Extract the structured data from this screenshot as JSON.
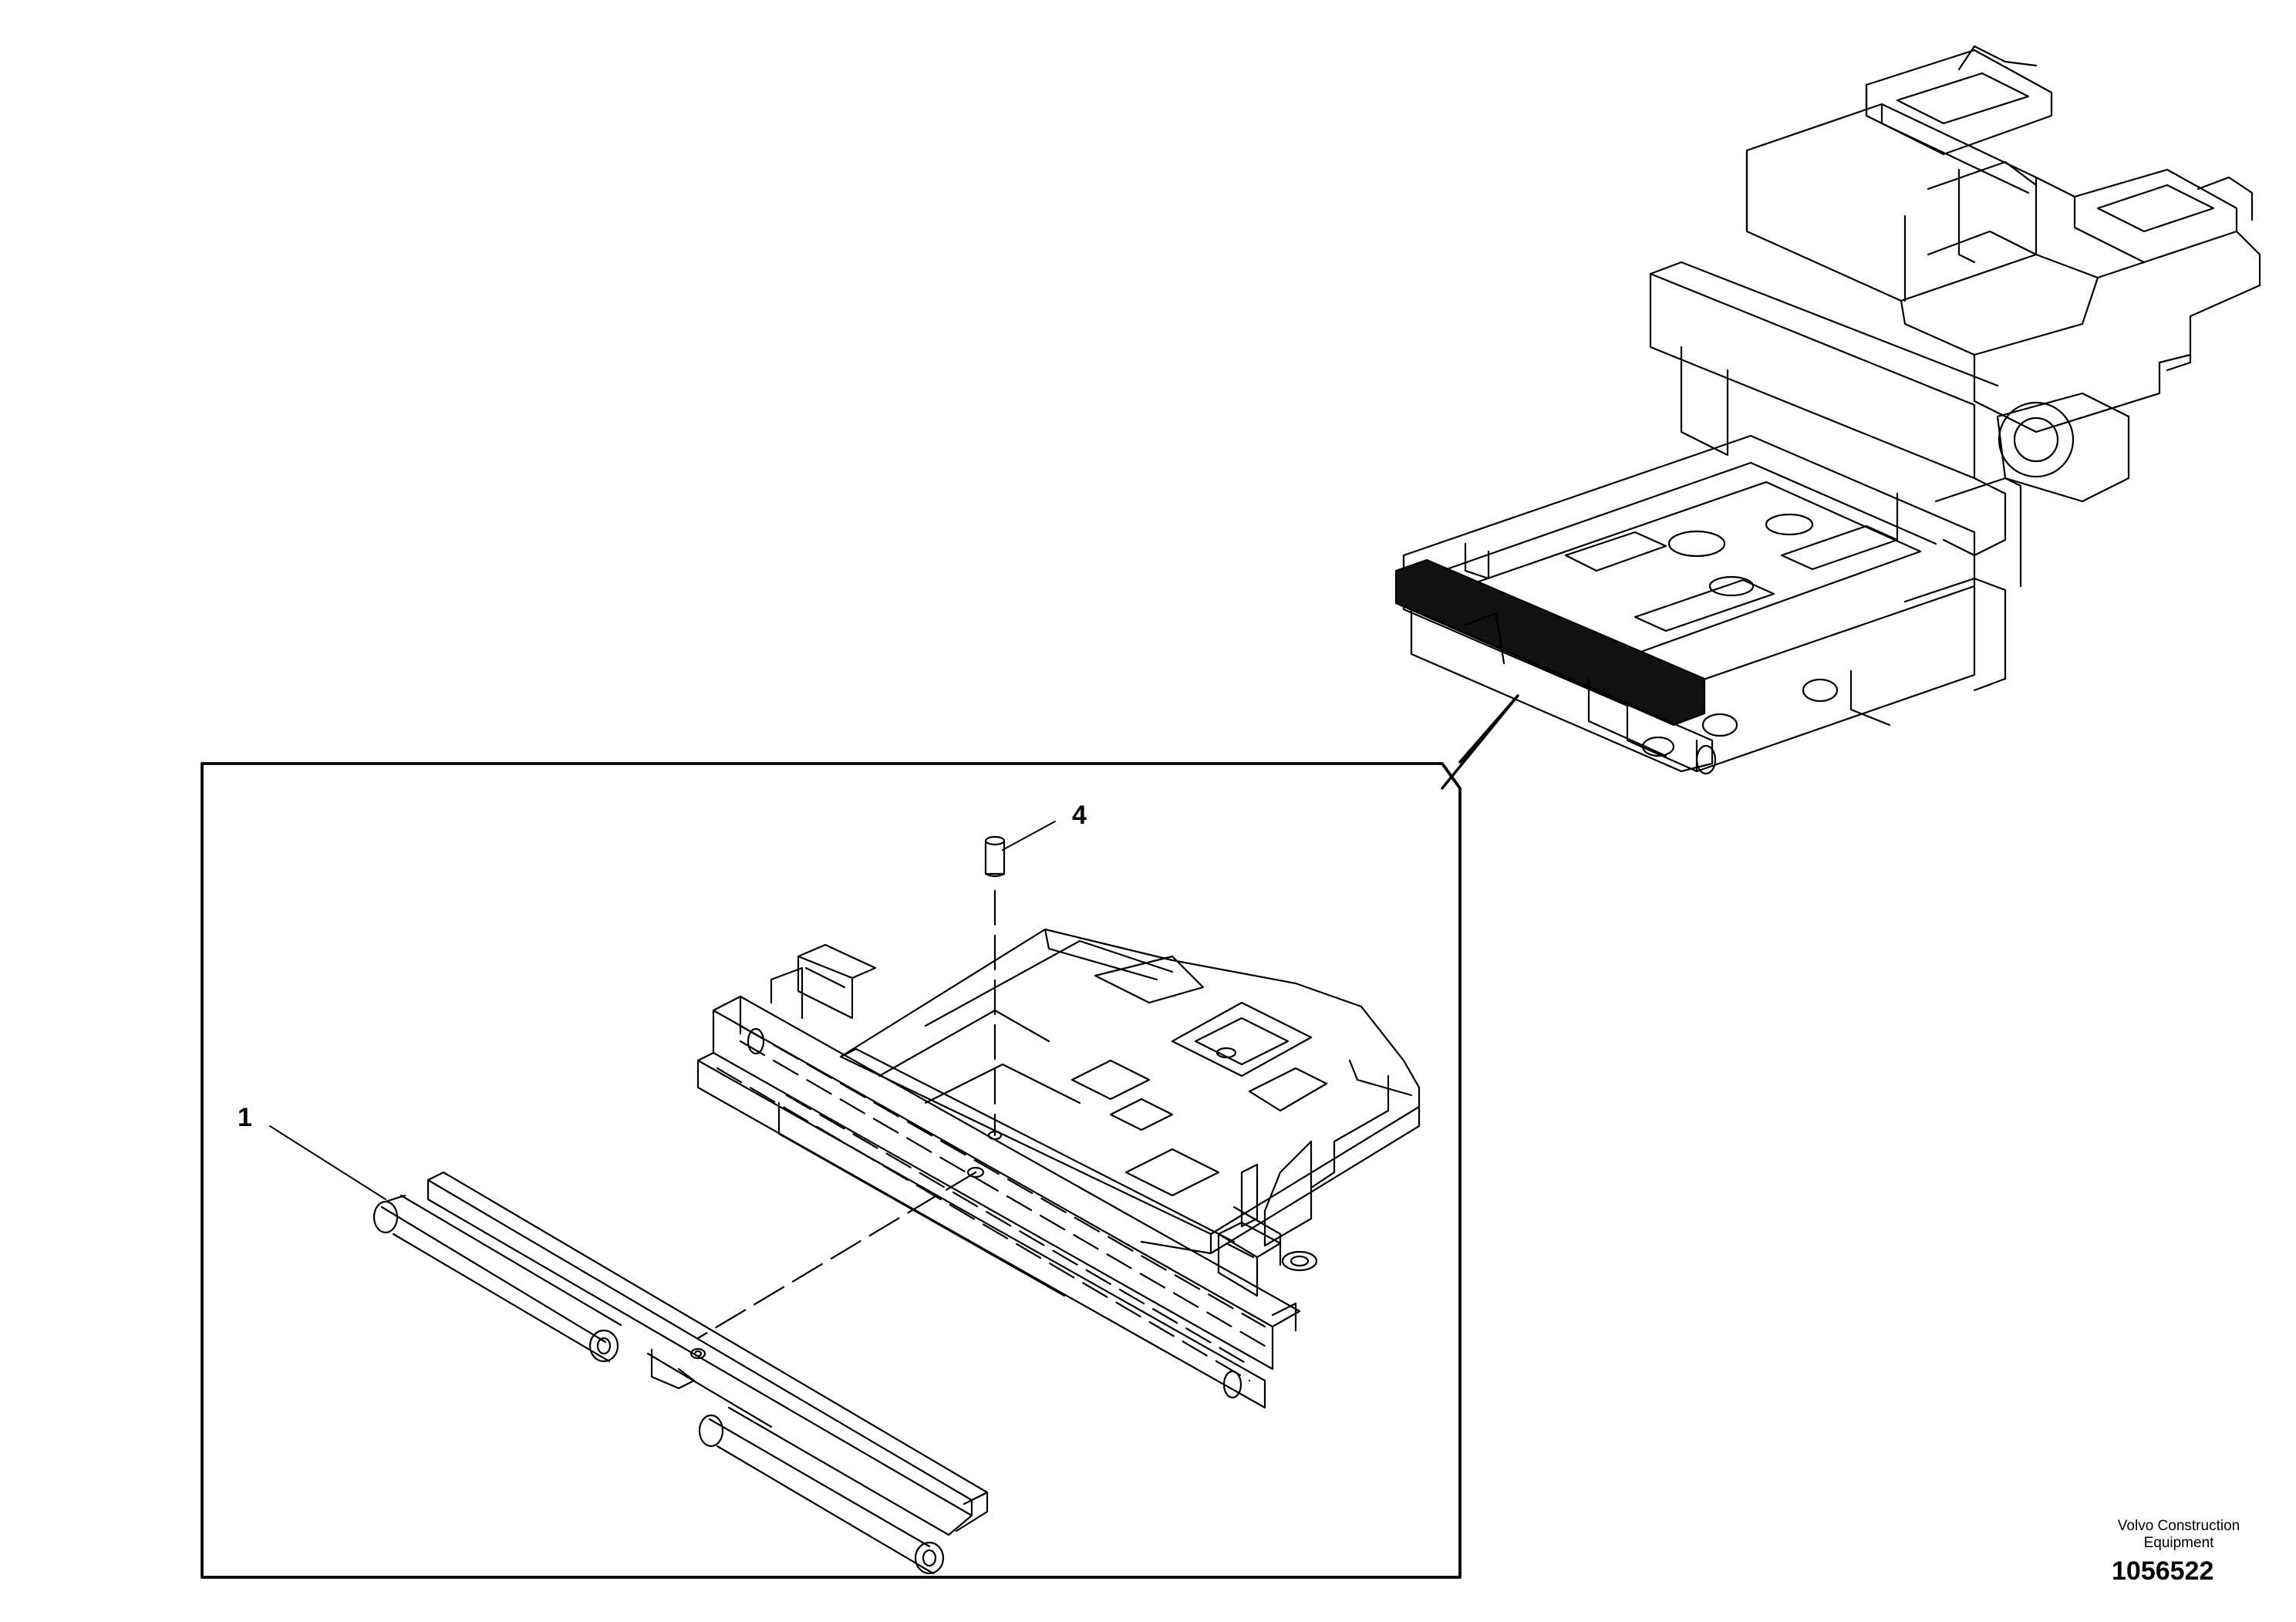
{
  "drawing": {
    "callouts": [
      {
        "id": "part-1",
        "text": "1"
      },
      {
        "id": "part-4",
        "text": "4"
      }
    ]
  },
  "branding": {
    "company_line1": "Volvo Construction",
    "company_line2": "Equipment",
    "document_number": "1056522"
  },
  "colors": {
    "line": "#000000",
    "background": "#ffffff",
    "highlight_fill": "#111111"
  }
}
